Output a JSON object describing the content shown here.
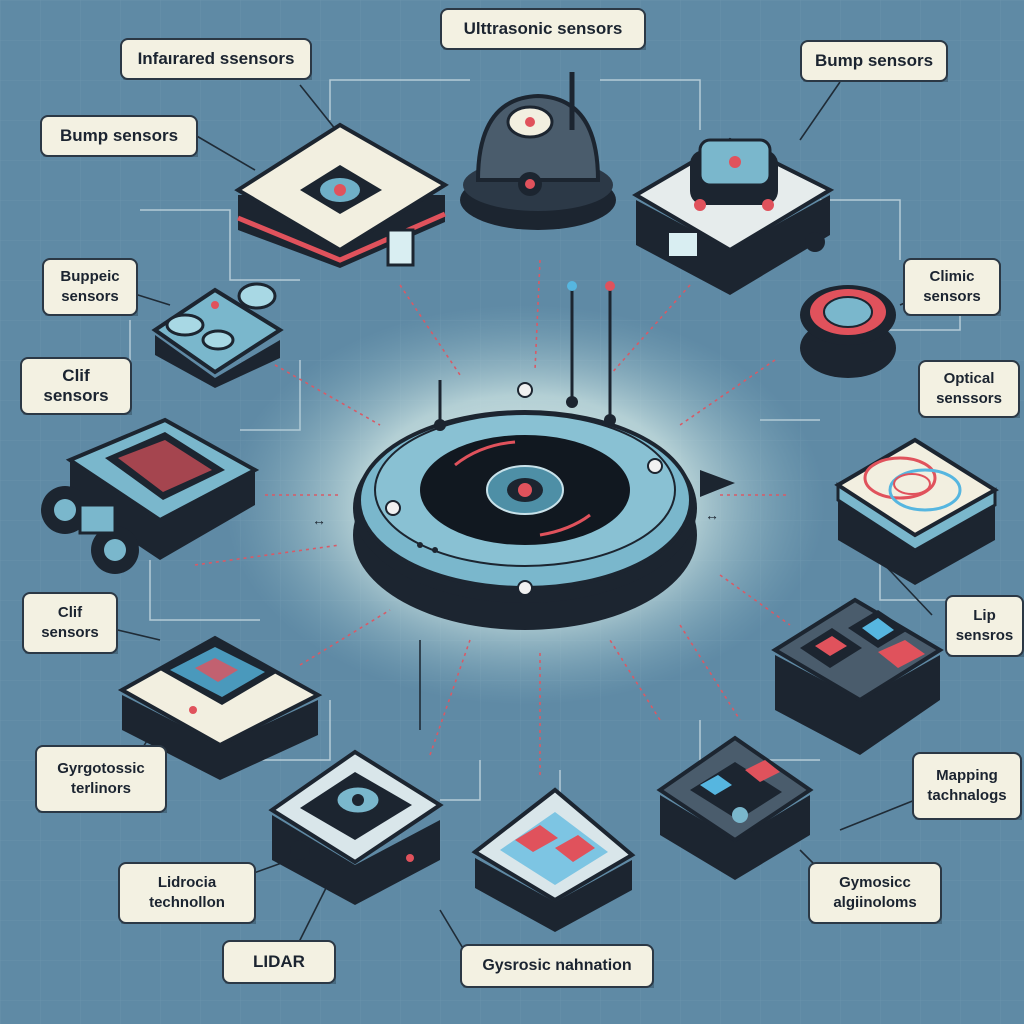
{
  "labels": {
    "ultrasonic": "Ulttrasonic sensors",
    "infrared": "Infaırared ssensors",
    "bump_top_right": "Bump sensors",
    "bump_left": "Bump sensors",
    "buppeic": "Buppeic sensors",
    "climic": "Climic sensors",
    "clif_upper": "Clif sensors",
    "optical": "Optical senssors",
    "clif_lower": "Clif sensors",
    "lip": "Lip sensros",
    "gyrgotossic": "Gyrgotossic terlinors",
    "mapping": "Mapping tachnalogs",
    "lidrocia": "Lidrocia technollon",
    "gymosicc": "Gymosicc algiinoloms",
    "lidar": "LIDAR",
    "gyrsrosic": "Gysrosic nahnation"
  },
  "colors": {
    "background": "#5f8aa5",
    "label_fill": "#f3f1e2",
    "device_dark": "#1c2530",
    "device_teal": "#6fb0c8",
    "accent_red": "#e0525c",
    "accent_blue": "#56b6e0"
  },
  "icons": [
    "robot-vacuum-icon",
    "ultrasonic-sensor-icon",
    "camera-module-icon",
    "heatmap-display-icon",
    "fingerprint-pad-icon",
    "chip-cluster-icon",
    "lidar-puck-icon",
    "circuit-board-icon"
  ]
}
